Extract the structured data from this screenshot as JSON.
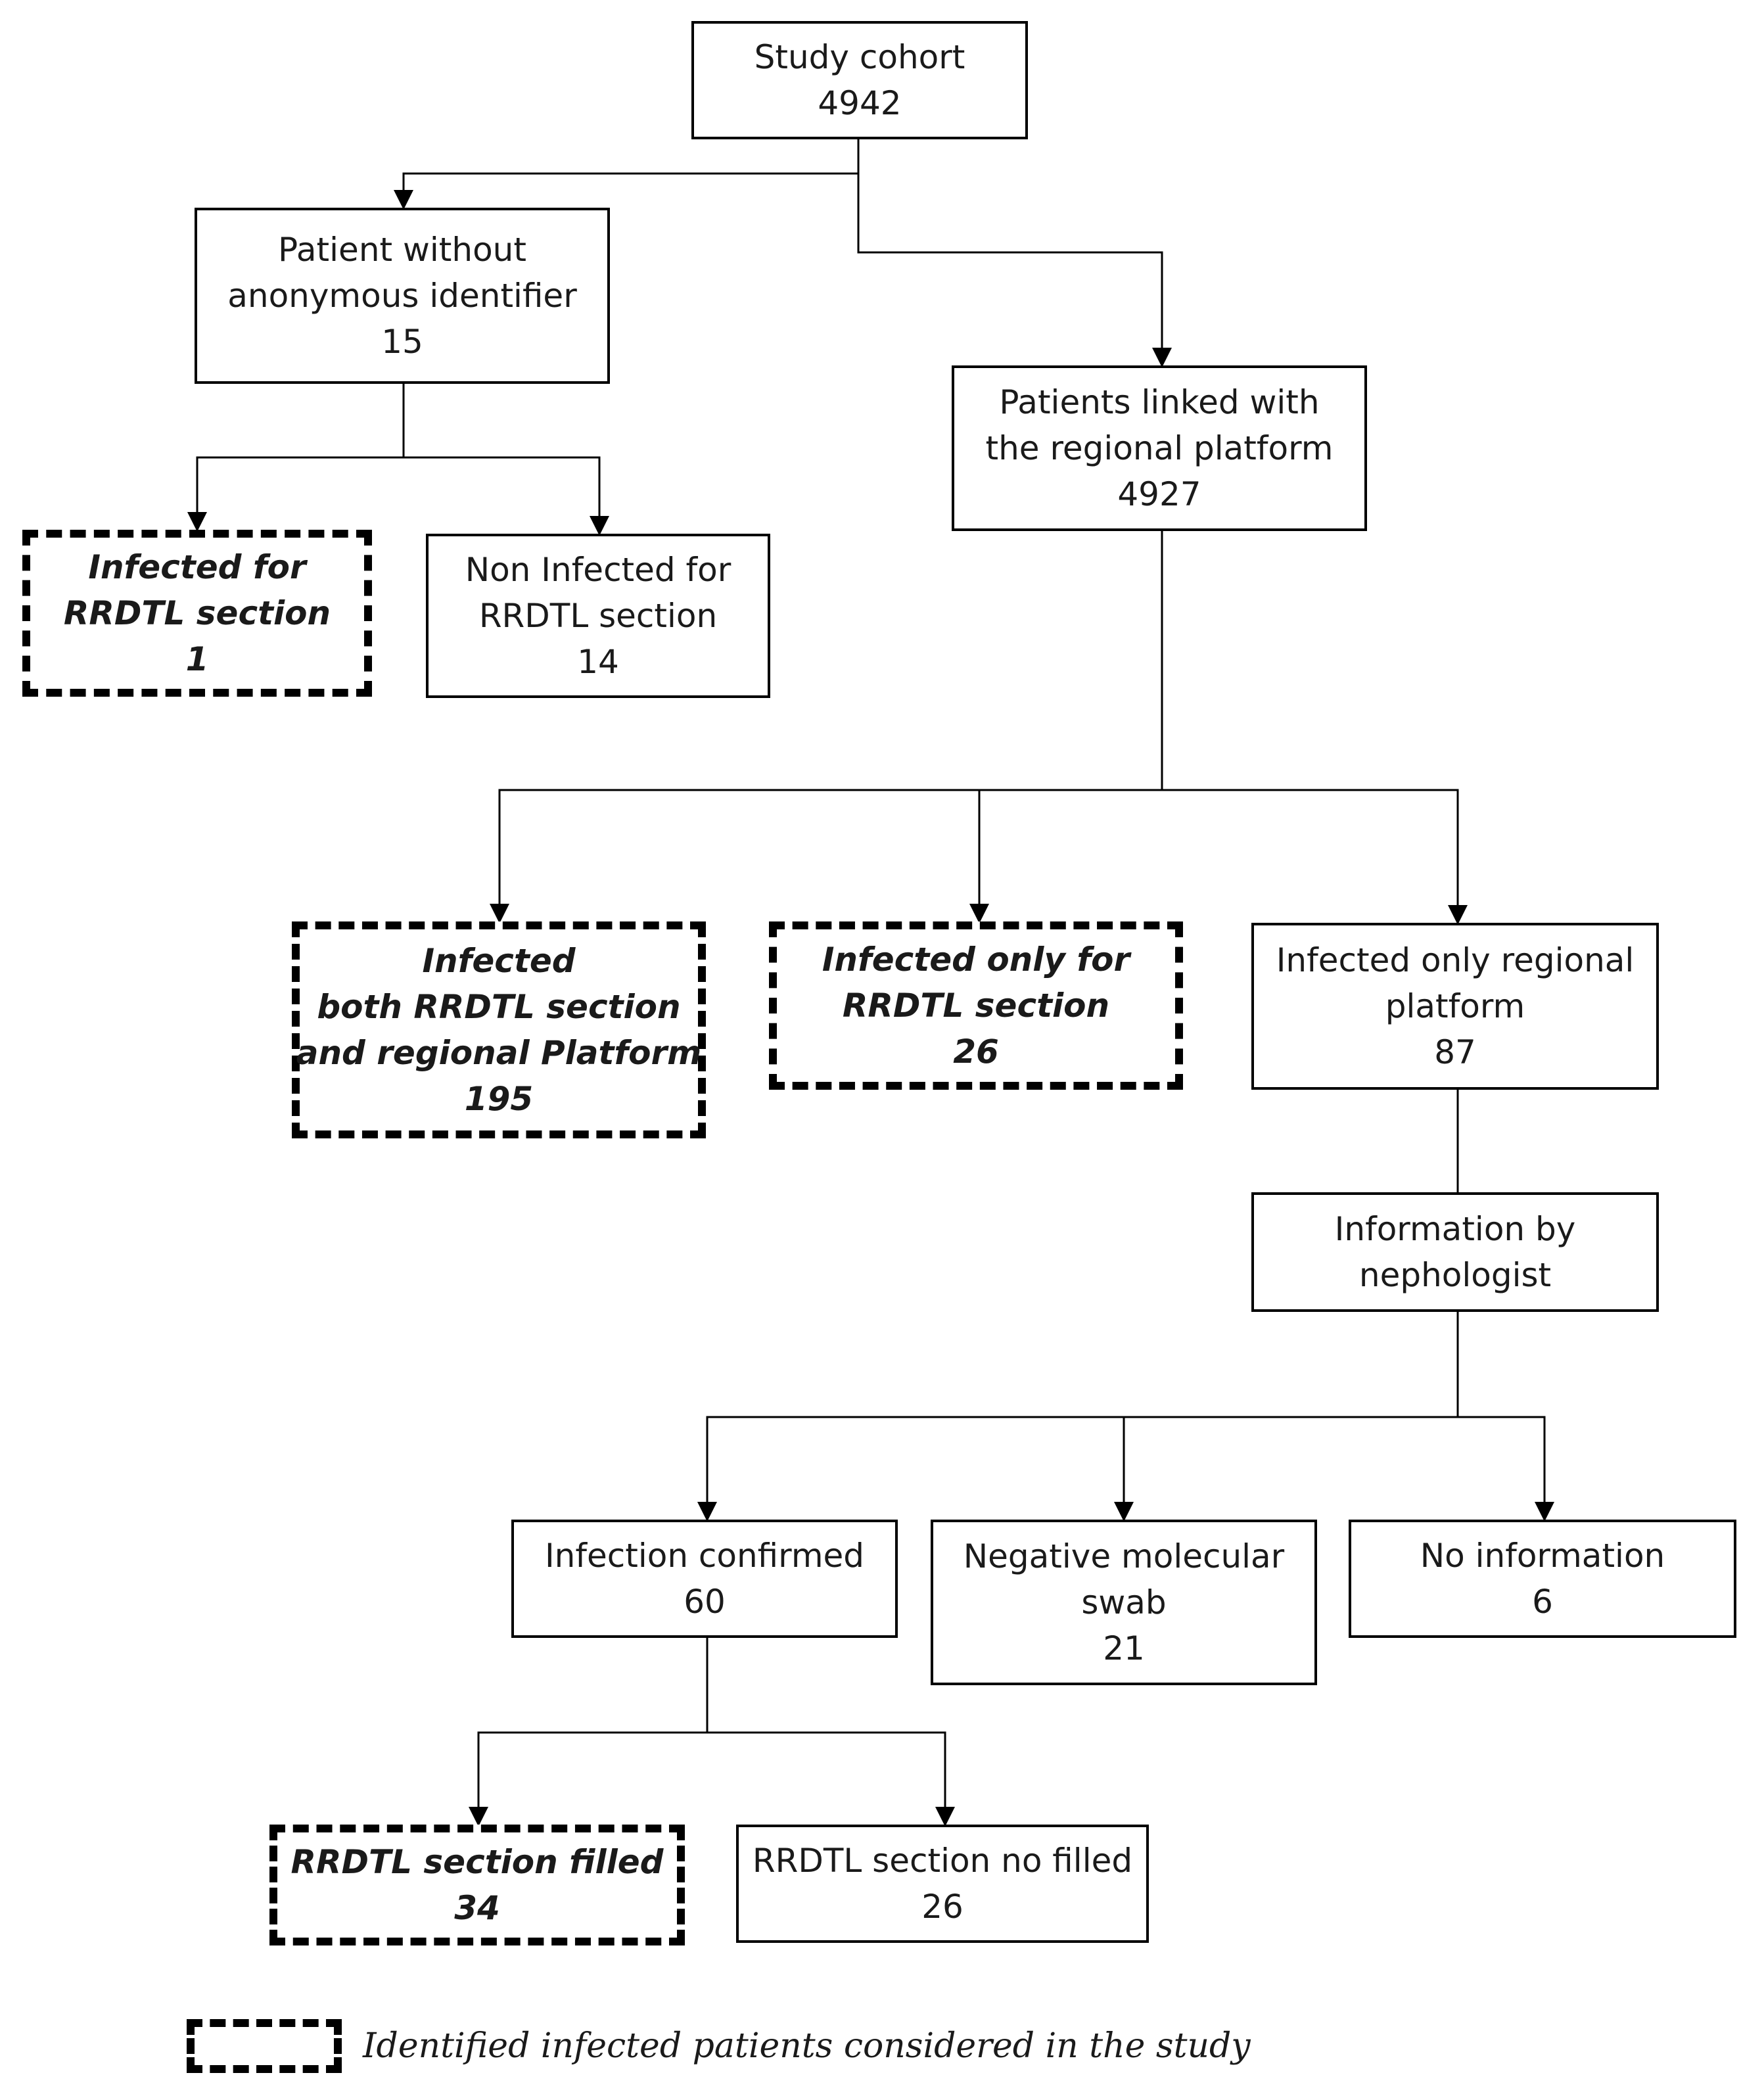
{
  "boxes": {
    "study_cohort": {
      "line1": "Study cohort",
      "count": "4942"
    },
    "without_identifier": {
      "line1": "Patient without",
      "line2": "anonymous identifier",
      "count": "15"
    },
    "linked_platform": {
      "line1": "Patients linked with",
      "line2": "the regional platform",
      "count": "4927"
    },
    "infected_rrdtl_only_a": {
      "line1": "Infected for",
      "line2": "RRDTL section",
      "count": "1"
    },
    "non_infected_rrdtl": {
      "line1": "Non Infected for",
      "line2": "RRDTL section",
      "count": "14"
    },
    "infected_both": {
      "line1": "Infected",
      "line2": "both RRDTL section",
      "line3": "and regional Platform",
      "count": "195"
    },
    "infected_only_rrdtl": {
      "line1": "Infected only for",
      "line2": "RRDTL section",
      "count": "26"
    },
    "infected_only_regional": {
      "line1": "Infected only regional",
      "line2": "platform",
      "count": "87"
    },
    "info_nephologist": {
      "line1": "Information by",
      "line2": "nephologist"
    },
    "infection_confirmed": {
      "line1": "Infection confirmed",
      "count": "60"
    },
    "negative_swab": {
      "line1": "Negative molecular",
      "line2": "swab",
      "count": "21"
    },
    "no_information": {
      "line1": "No information",
      "count": "6"
    },
    "rrdtl_filled": {
      "line1": "RRDTL section filled",
      "count": "34"
    },
    "rrdtl_no_filled": {
      "line1": "RRDTL section no filled",
      "count": "26"
    }
  },
  "legend": {
    "text": "Identified infected patients considered in the study"
  },
  "colors": {
    "line": "#000000",
    "background": "#ffffff"
  }
}
